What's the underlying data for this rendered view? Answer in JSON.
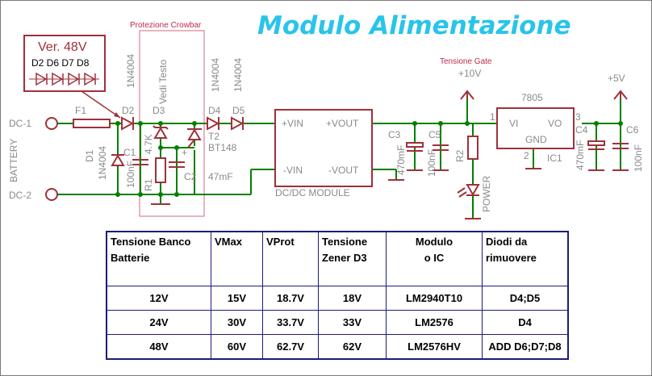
{
  "title": "Modulo Alimentazione",
  "crowbar_label": "Protezione Crowbar",
  "version_box": {
    "title": "Ver. 48V",
    "diodes": "D2 D6 D7 D8"
  },
  "tensione_gate": "Tensione Gate",
  "nets": {
    "plus10": "+10V",
    "plus5": "+5V",
    "dc1": "DC-1",
    "dc2": "DC-2",
    "battery": "BATTERY"
  },
  "components": {
    "f1": "F1",
    "d1": "D1",
    "d1_val": "1N4004",
    "c1": "C1",
    "c1_val": "100nF",
    "d2": "D2",
    "d2_val": "1N4004",
    "r1": "R1",
    "r1_val": "4.7K",
    "d3": "D3",
    "vedi_testo": "Vedi Testo",
    "c2": "C2",
    "c2_val": "47mF",
    "t2": "T2",
    "t2_val": "BT148",
    "d4": "D4",
    "d4_val": "1N4004",
    "d5": "D5",
    "d5_val": "1N4004",
    "vin_plus": "+VIN",
    "vout_plus": "+VOUT",
    "vin_minus": "-VIN",
    "vout_minus": "-VOUT",
    "dcdc": "DC/DC MODULE",
    "c3": "C3",
    "c3_val": "470mF",
    "c5": "C5",
    "c5_val": "100nF",
    "r2": "R2",
    "power": "POWER",
    "reg": "7805",
    "vi": "VI",
    "vo": "VO",
    "gnd": "GND",
    "ic1": "IC1",
    "pin1": "1",
    "pin2": "2",
    "pin3": "3",
    "c4": "C4",
    "c4_val": "470mF",
    "c6": "C6",
    "c6_val": "100nF"
  },
  "table": {
    "headers": [
      "Tensione Banco\nBatterie",
      "VMax",
      "VProt",
      "Tensione\nZener D3",
      "Modulo\no IC",
      "Diodi da\nrimuovere"
    ],
    "rows": [
      [
        "12V",
        "15V",
        "18.7V",
        "18V",
        "LM2940T10",
        "D4;D5"
      ],
      [
        "24V",
        "30V",
        "33.7V",
        "33V",
        "LM2576",
        "D4"
      ],
      [
        "48V",
        "60V",
        "62.7V",
        "62V",
        "LM2576HV",
        "ADD D6;D7;D8"
      ]
    ]
  },
  "colors": {
    "wire": "#008000",
    "part": "#a0303a",
    "title": "#29c4ea",
    "red_label": "#c0284a",
    "table_border": "#1c1c7a"
  }
}
